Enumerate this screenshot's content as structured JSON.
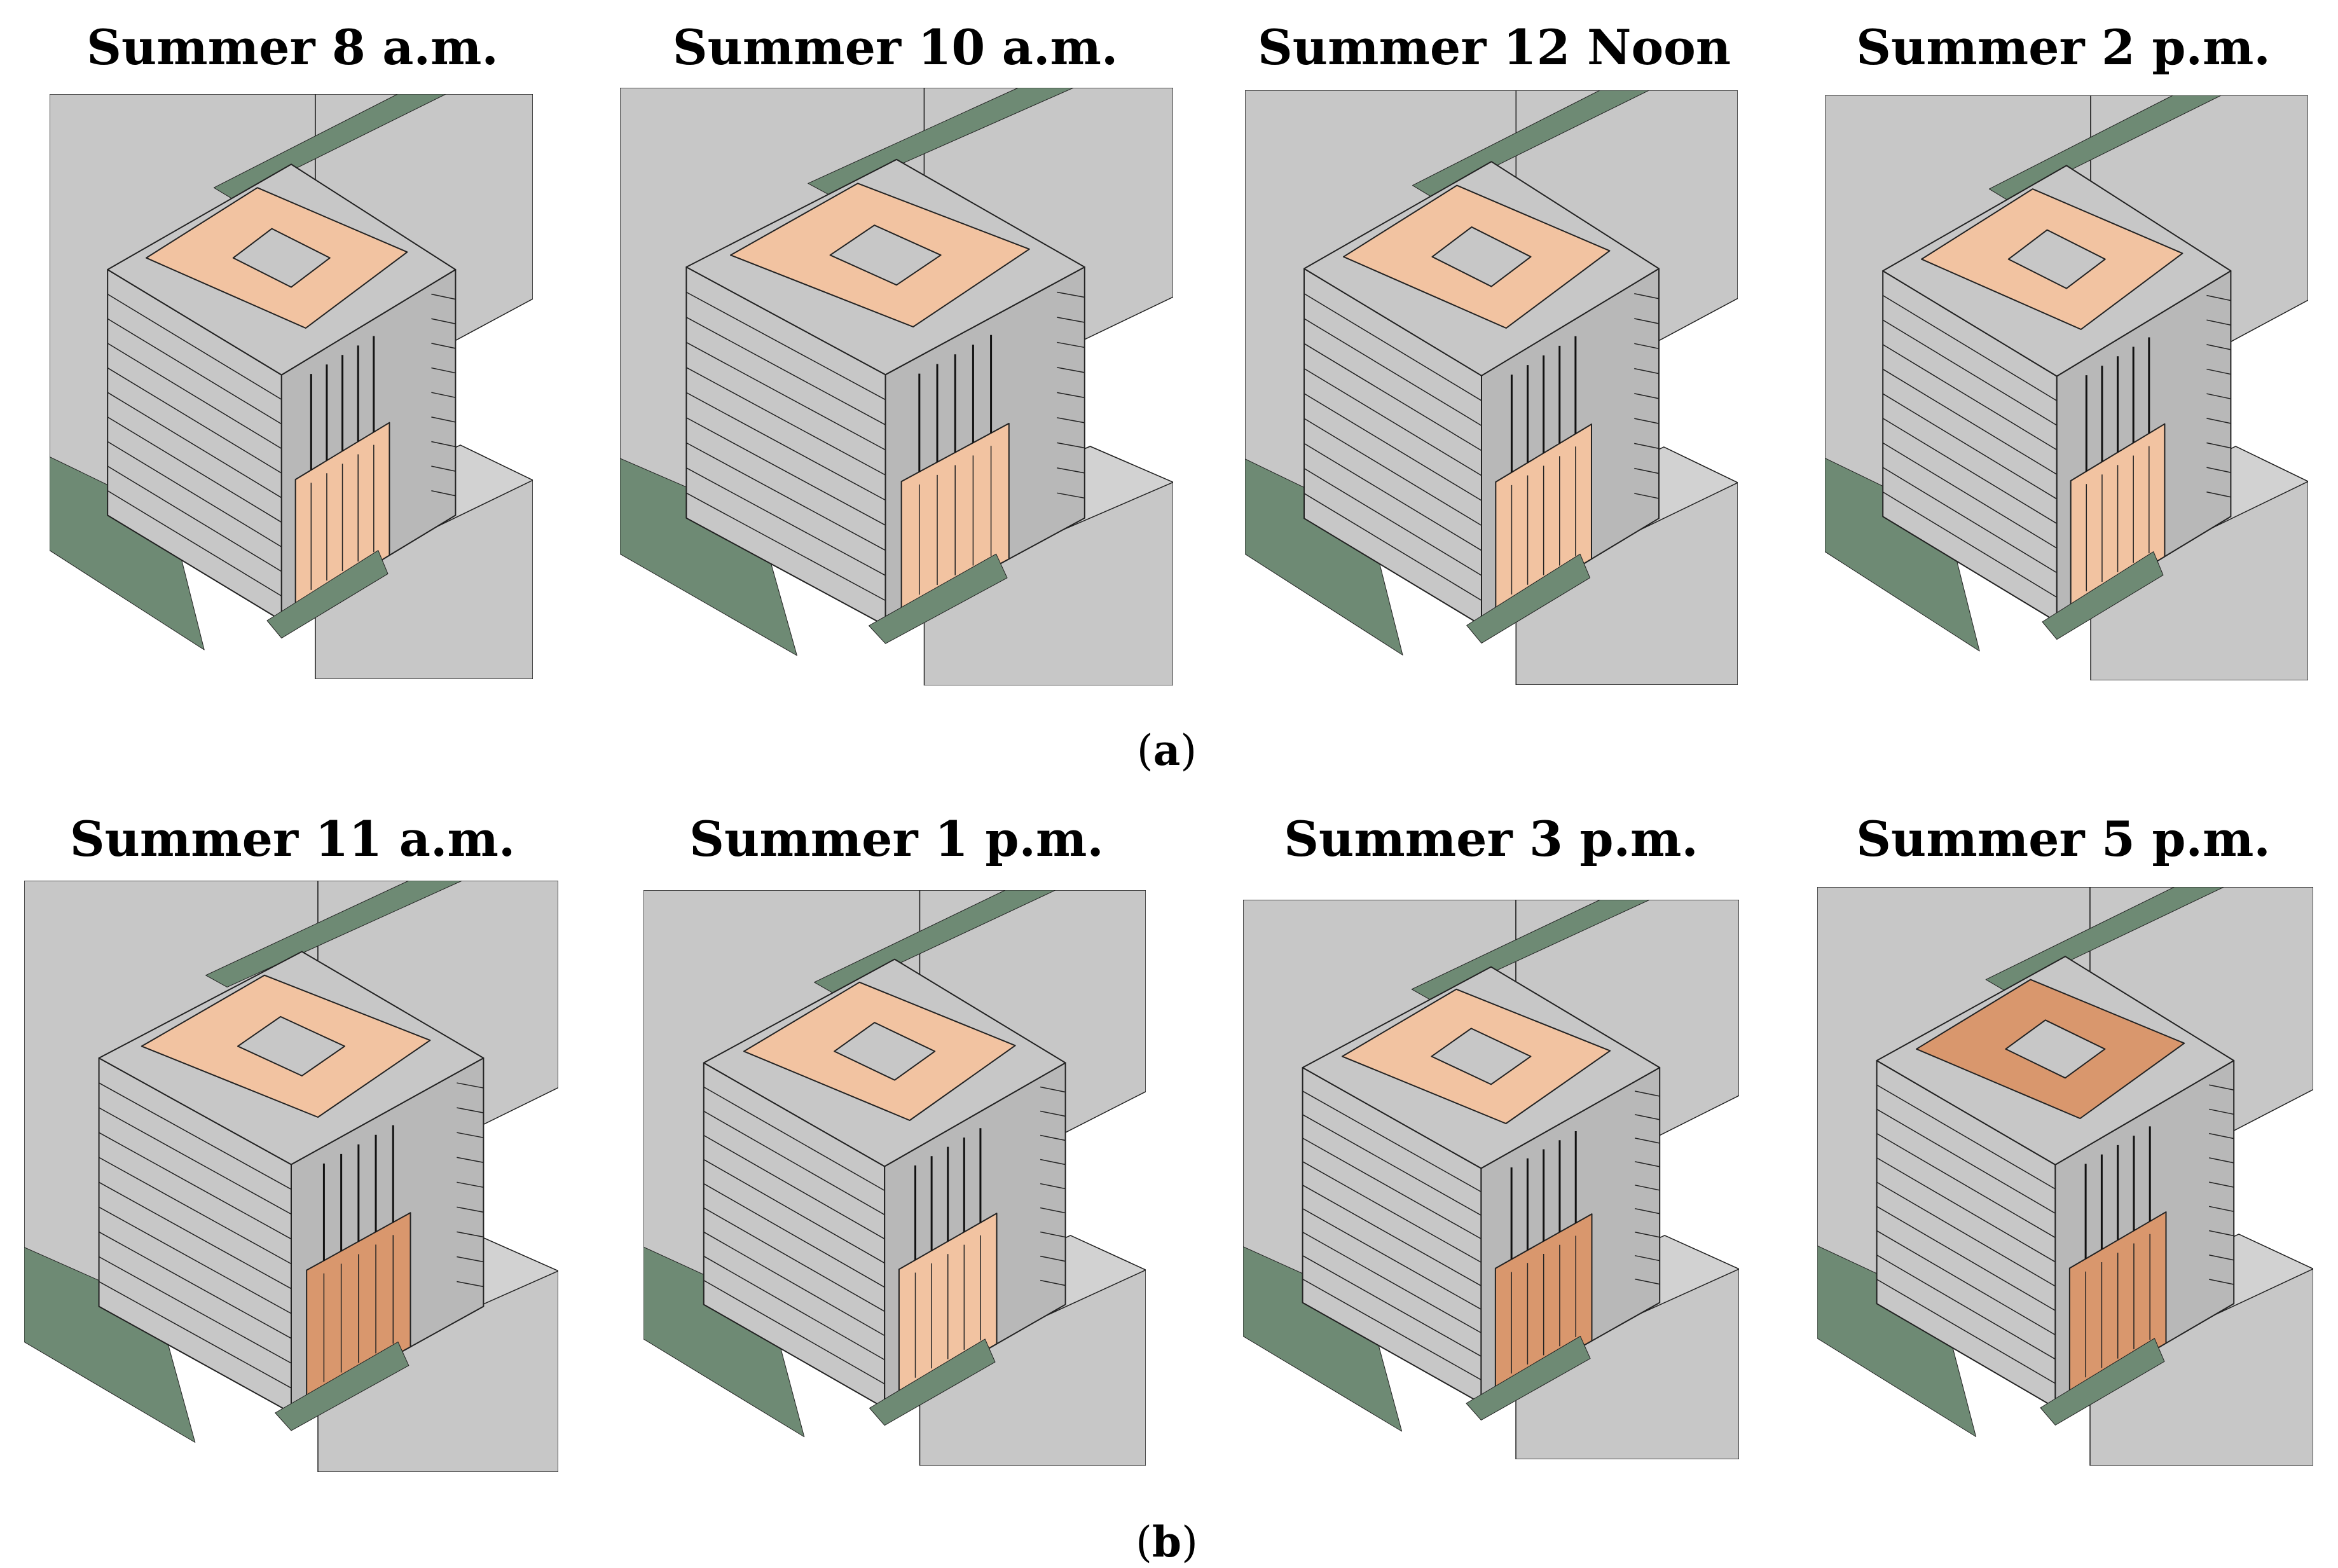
{
  "figure": {
    "row_a": {
      "caption_letter": "a",
      "panels": [
        {
          "title": "Summer 8 a.m."
        },
        {
          "title": "Summer 10 a.m."
        },
        {
          "title": "Summer 12 Noon"
        },
        {
          "title": "Summer 2 p.m."
        }
      ]
    },
    "row_b": {
      "caption_letter": "b",
      "panels": [
        {
          "title": "Summer 11 a.m."
        },
        {
          "title": "Summer 1 p.m."
        },
        {
          "title": "Summer 3 p.m."
        },
        {
          "title": "Summer 5 p.m."
        }
      ]
    }
  },
  "colors": {
    "building": "#c7c7c7",
    "building_dark": "#a9a9a9",
    "building_side": "#b8b8b8",
    "shadow_ground": "#6e8a74",
    "highlight_light": "#f2c3a1",
    "highlight_dark": "#d9976d",
    "outline": "#222222"
  }
}
